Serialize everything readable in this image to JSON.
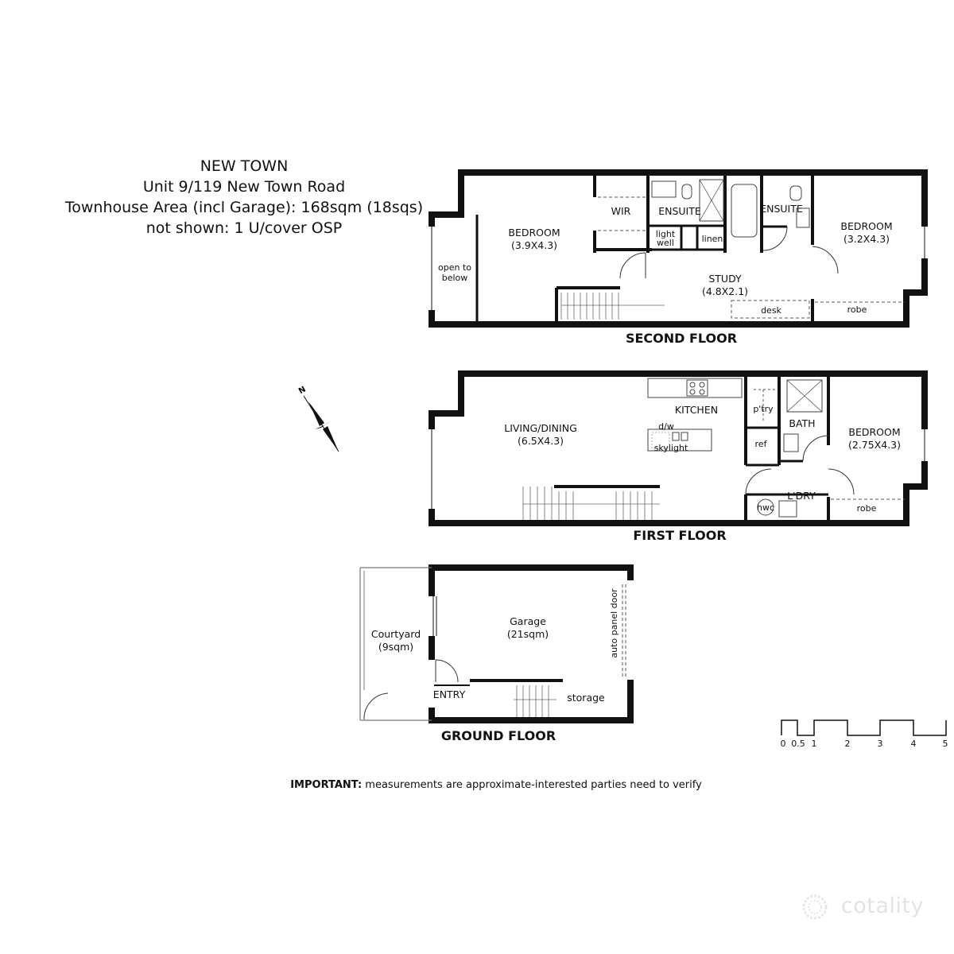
{
  "header": {
    "suburb": "NEW TOWN",
    "address": "Unit 9/119 New Town Road",
    "area": "Townhouse Area (incl Garage): 168sqm (18sqs)",
    "not_shown": "not shown: 1 U/cover OSP"
  },
  "floors": {
    "second": {
      "title": "SECOND FLOOR",
      "rooms": {
        "bedroom_main": "BEDROOM",
        "bedroom_main_size": "(3.9X4.3)",
        "wir": "WIR",
        "ensuite_a": "ENSUITE",
        "ensuite_b": "ENSUITE",
        "light_well_1": "light",
        "light_well_2": "well",
        "linen": "linen",
        "study": "STUDY",
        "study_size": "(4.8X2.1)",
        "desk": "desk",
        "bedroom_east": "BEDROOM",
        "bedroom_east_size": "(3.2X4.3)",
        "robe": "robe",
        "open_below_1": "open to",
        "open_below_2": "below"
      }
    },
    "first": {
      "title": "FIRST FLOOR",
      "rooms": {
        "living": "LIVING/DINING",
        "living_size": "(6.5X4.3)",
        "kitchen": "KITCHEN",
        "dw": "d/w",
        "skylight": "skylight",
        "pantry": "p'try",
        "ref": "ref",
        "bath": "BATH",
        "laundry": "L'DRY",
        "hwc": "hwc",
        "bedroom": "BEDROOM",
        "bedroom_size": "(2.75X4.3)",
        "robe": "robe"
      }
    },
    "ground": {
      "title": "GROUND FLOOR",
      "rooms": {
        "courtyard": "Courtyard",
        "courtyard_size": "(9sqm)",
        "garage": "Garage",
        "garage_size": "(21sqm)",
        "door": "auto panel door",
        "entry": "ENTRY",
        "storage": "storage"
      }
    }
  },
  "compass": {
    "label": "N"
  },
  "scale_bar": {
    "ticks": [
      "0",
      "0.5",
      "1",
      "2",
      "3",
      "4",
      "5"
    ]
  },
  "notice": {
    "bold": "IMPORTANT:",
    "text": " measurements are approximate-interested parties need to verify"
  },
  "watermark": {
    "brand": "cotality"
  }
}
